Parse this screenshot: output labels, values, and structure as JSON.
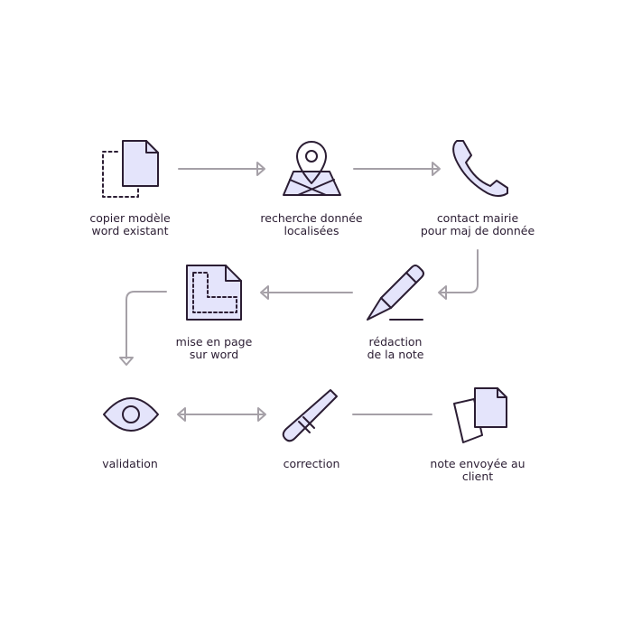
{
  "steps": [
    {
      "id": "copy",
      "line1": "copier modèle",
      "line2": "word existant"
    },
    {
      "id": "search",
      "line1": "recherche donnée",
      "line2": "localisées"
    },
    {
      "id": "contact",
      "line1": "contact mairie",
      "line2": "pour maj de donnée"
    },
    {
      "id": "redaction",
      "line1": "rédaction",
      "line2": "de la note"
    },
    {
      "id": "layout",
      "line1": "mise en page",
      "line2": "sur word"
    },
    {
      "id": "validation",
      "line1": "validation",
      "line2": ""
    },
    {
      "id": "correction",
      "line1": "correction",
      "line2": ""
    },
    {
      "id": "sent",
      "line1": "note envoyée au",
      "line2": "client"
    }
  ],
  "colors": {
    "ink": "#2b1d33",
    "icon_fill": "#e4e4fb",
    "connector": "#a5a0a7"
  },
  "icons": [
    "copy-documents-icon",
    "map-pin-icon",
    "phone-icon",
    "pencil-icon",
    "document-layout-icon",
    "eye-icon",
    "nail-file-icon",
    "paper-documents-icon"
  ]
}
